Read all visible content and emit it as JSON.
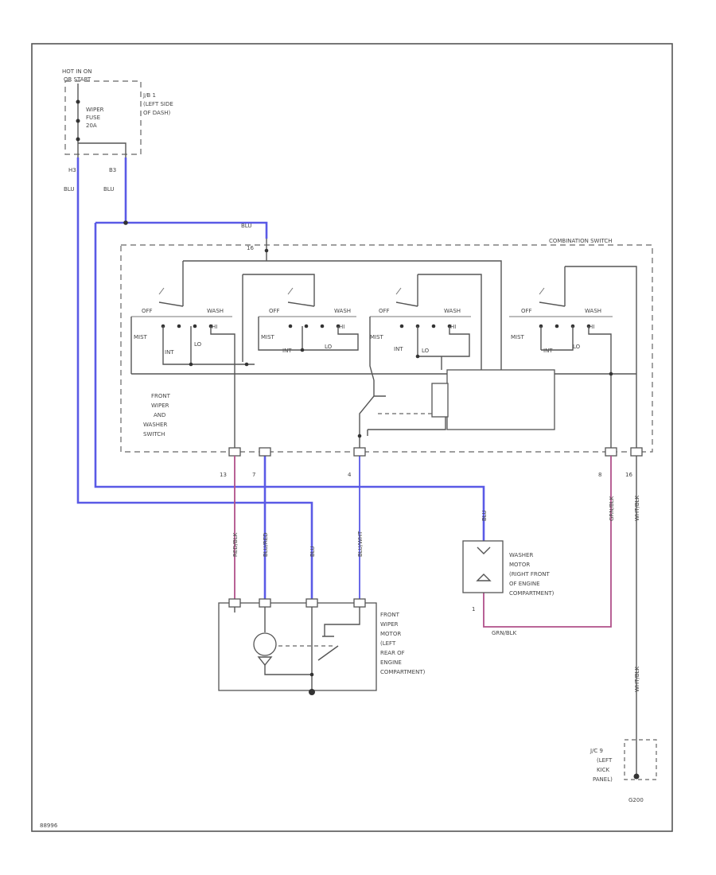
{
  "colors": {
    "blue": "#5a5ae6",
    "pink": "#b0508a",
    "wire": "#555555"
  },
  "fuse_block": {
    "hot_label": [
      "HOT IN ON",
      "OR START"
    ],
    "fuse_name": [
      "WIPER",
      "FUSE",
      "20A"
    ],
    "location": [
      "J/B 1",
      "(LEFT SIDE",
      "OF DASH)"
    ],
    "pin_left": "H3",
    "pin_right": "B3",
    "wire_left": "BLU",
    "wire_right": "BLU"
  },
  "combo_switch": {
    "title": "COMBINATION SWITCH",
    "name": [
      "FRONT",
      "WIPER",
      "AND",
      "WASHER",
      "SWITCH"
    ],
    "feed_wire": "BLU",
    "feed_pin": "16",
    "sections": [
      {
        "label": "OFF",
        "end": "WASH"
      },
      {
        "label": "OFF",
        "end": "WASH"
      },
      {
        "label": "OFF",
        "end": "WASH"
      },
      {
        "label": "OFF",
        "end": "WASH"
      }
    ],
    "contacts": {
      "mist": "MIST",
      "int": "INT",
      "lo": "LO",
      "hi": "HI"
    },
    "pins": [
      "13",
      "7",
      "4",
      "8",
      "16"
    ]
  },
  "wires": {
    "pin13": "RED/BLK",
    "pin7": "BLU/RED",
    "blu": "BLU",
    "pin4": "BLU/WHT",
    "washer_in": "BLU",
    "pin8": "GRN/BLK",
    "pin16": "WHT/BLK",
    "washer_out": "GRN/BLK",
    "ground": "WHT/BLK"
  },
  "washer_motor": {
    "name": [
      "WASHER",
      "MOTOR",
      "(RIGHT FRONT",
      "OF ENGINE",
      "COMPARTMENT)"
    ],
    "pin": "1"
  },
  "wiper_motor": {
    "name": [
      "FRONT",
      "WIPER",
      "MOTOR",
      "(LEFT",
      "REAR OF",
      "ENGINE",
      "COMPARTMENT)"
    ]
  },
  "ground": {
    "location": [
      "J/C 9",
      "(LEFT",
      "KICK",
      "PANEL)"
    ],
    "code": "G200"
  },
  "footer_code": "88996"
}
